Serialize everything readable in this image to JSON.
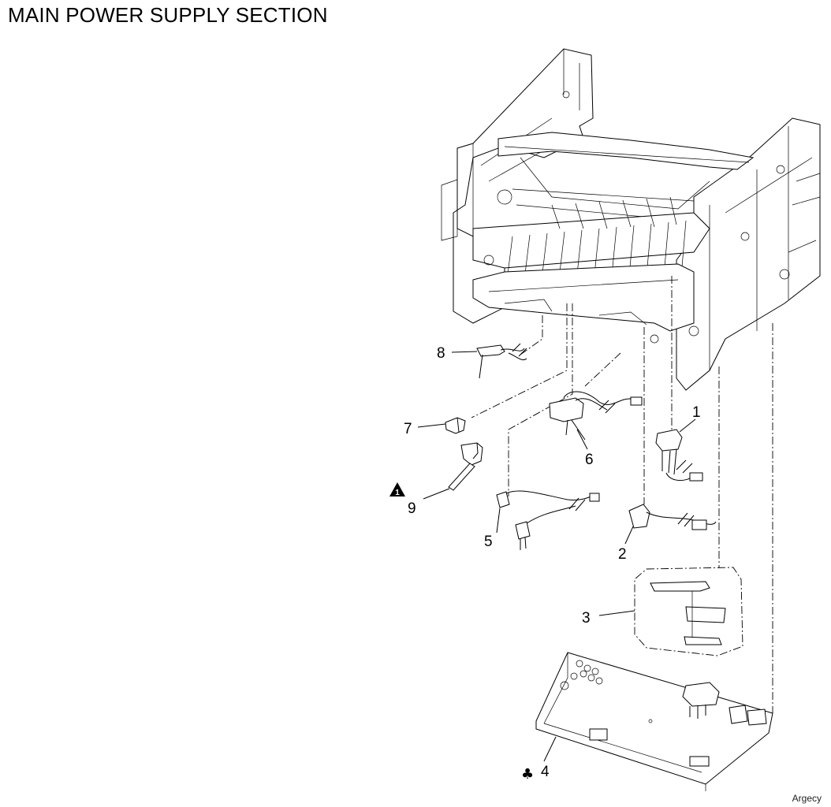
{
  "title": "MAIN POWER SUPPLY SECTION",
  "watermark": "Argecy",
  "callouts": {
    "c1": "1",
    "c2": "2",
    "c3": "3",
    "c4": "4",
    "c5": "5",
    "c6": "6",
    "c7": "7",
    "c8": "8",
    "c9": "9"
  },
  "symbols": {
    "warning_mark": "1",
    "club": "♣"
  }
}
